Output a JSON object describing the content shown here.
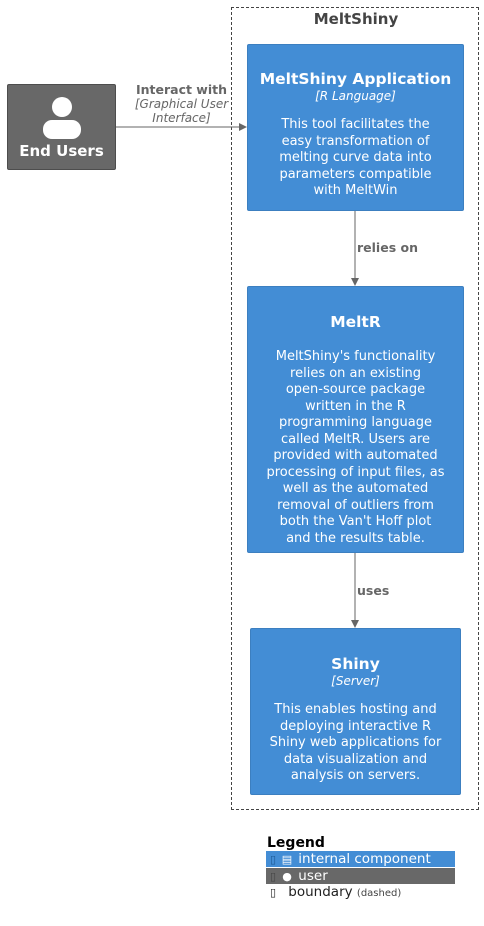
{
  "boundary": {
    "title": "MeltShiny"
  },
  "actor": {
    "name": "End Users",
    "icon": "person-icon"
  },
  "edges": {
    "interact": {
      "label": "Interact with",
      "tech_line1": "[Graphical User",
      "tech_line2": "Interface]"
    },
    "relies": {
      "label": "relies on"
    },
    "uses": {
      "label": "uses"
    }
  },
  "components": {
    "app": {
      "title": "MeltShiny Application",
      "tech": "[R Language]",
      "desc": [
        "This tool facilitates the",
        "easy transformation of",
        "melting curve data into",
        "parameters compatible",
        "with MeltWin"
      ]
    },
    "meltr": {
      "title": "MeltR",
      "desc": [
        "MeltShiny's functionality",
        "relies on an existing",
        "open-source package",
        "written in the R",
        "programming language",
        "called MeltR. Users are",
        "provided with automated",
        "processing of input files, as",
        "well as the automated",
        "removal of outliers from",
        "both the Van't Hoff plot",
        "and the results table."
      ]
    },
    "shiny": {
      "title": "Shiny",
      "tech": "[Server]",
      "desc": [
        "This enables hosting and",
        "deploying interactive R",
        "Shiny web applications for",
        "data visualization and",
        "analysis on servers."
      ]
    }
  },
  "legend": {
    "title": "Legend",
    "internal": "internal component",
    "user": "user",
    "boundary": "boundary",
    "boundary_note": "(dashed)"
  },
  "colors": {
    "component": "#438dd5",
    "actor": "#686868",
    "line": "#666666",
    "boundary": "#444444"
  }
}
